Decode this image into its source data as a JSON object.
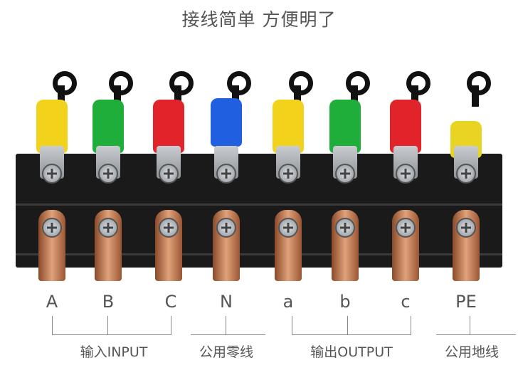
{
  "title": "接线简单 方便明了",
  "terminals": [
    {
      "label": "A",
      "sleeve_color": "#f2d21a"
    },
    {
      "label": "B",
      "sleeve_color": "#1fae3a"
    },
    {
      "label": "C",
      "sleeve_color": "#e0242a"
    },
    {
      "label": "N",
      "sleeve_color": "#1f5fe0"
    },
    {
      "label": "a",
      "sleeve_color": "#f2d21a"
    },
    {
      "label": "b",
      "sleeve_color": "#1fae3a"
    },
    {
      "label": "c",
      "sleeve_color": "#e0242a"
    },
    {
      "label": "PE",
      "sleeve_color": "#e9d424"
    }
  ],
  "groups": [
    {
      "label": "输入INPUT"
    },
    {
      "label": "公用零线"
    },
    {
      "label": "输出OUTPUT"
    },
    {
      "label": "公用地线"
    }
  ]
}
